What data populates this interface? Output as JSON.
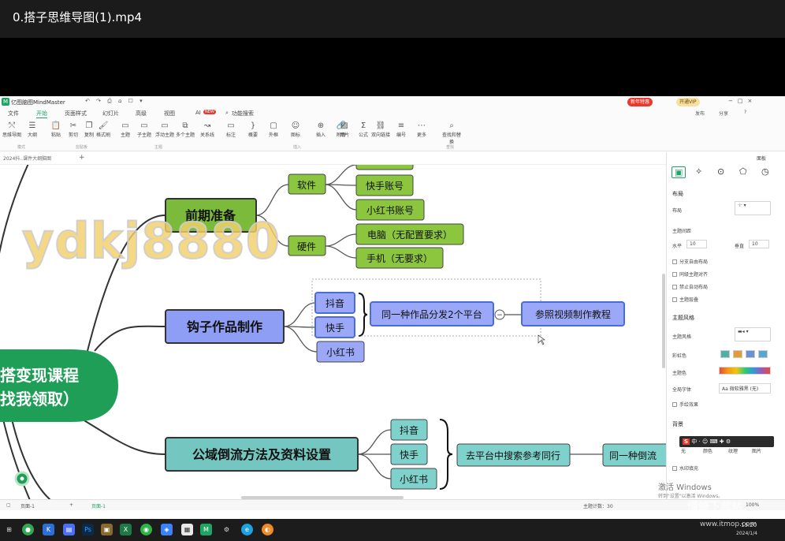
{
  "video": {
    "title": "0.搭子思维导图(1).mp4"
  },
  "window": {
    "app_title": "亿图脑图MindMaster",
    "promo": "新年特惠",
    "vip": "开通VIP",
    "min": "−",
    "max": "□",
    "close": "×"
  },
  "menu": {
    "tabs": [
      "文件",
      "开始",
      "页面样式",
      "幻灯片",
      "高级",
      "视图",
      "AI"
    ],
    "ai_badge": "NEW",
    "search": "功能搜索",
    "right": [
      "发布",
      "分享",
      "?"
    ]
  },
  "toolbar": {
    "tools": [
      "思维导图",
      "大纲",
      "粘贴",
      "剪切",
      "复制",
      "格式刷",
      "主题",
      "子主题",
      "浮动主题",
      "多个主题",
      "关系线",
      "标注",
      "概要",
      "外框",
      "图标",
      "插入",
      "附件",
      "图片",
      "公式",
      "双向链接",
      "编号",
      "更多",
      "查找和替换"
    ],
    "groups": [
      "模式",
      "剪贴板",
      "主题",
      "插入",
      "查找"
    ]
  },
  "doc_tab": {
    "label": "2024抖..课件大纲脑图",
    "plus": "+"
  },
  "watermark": "ydkj8880",
  "mindmap": {
    "root": {
      "line1": "搭变现课程",
      "line2": "找我领取）"
    },
    "branch1": {
      "label": "前期准备",
      "software": "软件",
      "software_items": [
        "快手账号",
        "小红书账号"
      ],
      "hardware": "硬件",
      "hardware_items": [
        "电脑（无配置要求）",
        "手机（无要求）"
      ]
    },
    "branch2": {
      "label": "钩子作品制作",
      "platforms": [
        "抖音",
        "快手",
        "小红书"
      ],
      "strategy": "同一种作品分发2个平台",
      "collapse": "−",
      "next": "参照视频制作教程"
    },
    "branch3": {
      "label": "公域倒流方法及资料设置",
      "platforms": [
        "抖音",
        "快手",
        "小红书"
      ],
      "strategy": "去平台中搜索参考同行",
      "next": "同一种倒流"
    }
  },
  "panel": {
    "layout_title": "布局",
    "layout_label": "布局",
    "spacing_title": "主题间距",
    "h_label": "水平",
    "h_value": "10",
    "v_label": "垂直",
    "v_value": "10",
    "options": [
      "分支自由布局",
      "同级主题对齐",
      "禁止自动布局",
      "主题层叠"
    ],
    "style_title": "主题风格",
    "style_label": "主题风格",
    "color_label": "彩虹色",
    "theme_color_label": "主题色",
    "font_label": "全局字体",
    "font_value": "Aa 微软雅黑 (无)",
    "hand_label": "手绘效果",
    "bg_title": "背景",
    "bg_options": [
      "无",
      "颜色",
      "纹理",
      "图片"
    ],
    "watermark_label": "水印填充",
    "top_right": "面板"
  },
  "status": {
    "page": "页面-1",
    "plus": "+",
    "page_tab": "页面-1",
    "count": "主题计数：30",
    "zoom": "100%"
  },
  "activation": {
    "line1": "激活 Windows",
    "line2": "转到\"设置\"以激活 Windows。"
  },
  "ime": {
    "label": "中",
    "brand": "S"
  },
  "site": {
    "brand": "懂蜂下载站",
    "url": "www.itmop.com"
  },
  "taskbar": {
    "time": "19:20",
    "date": "2024/1/4"
  }
}
